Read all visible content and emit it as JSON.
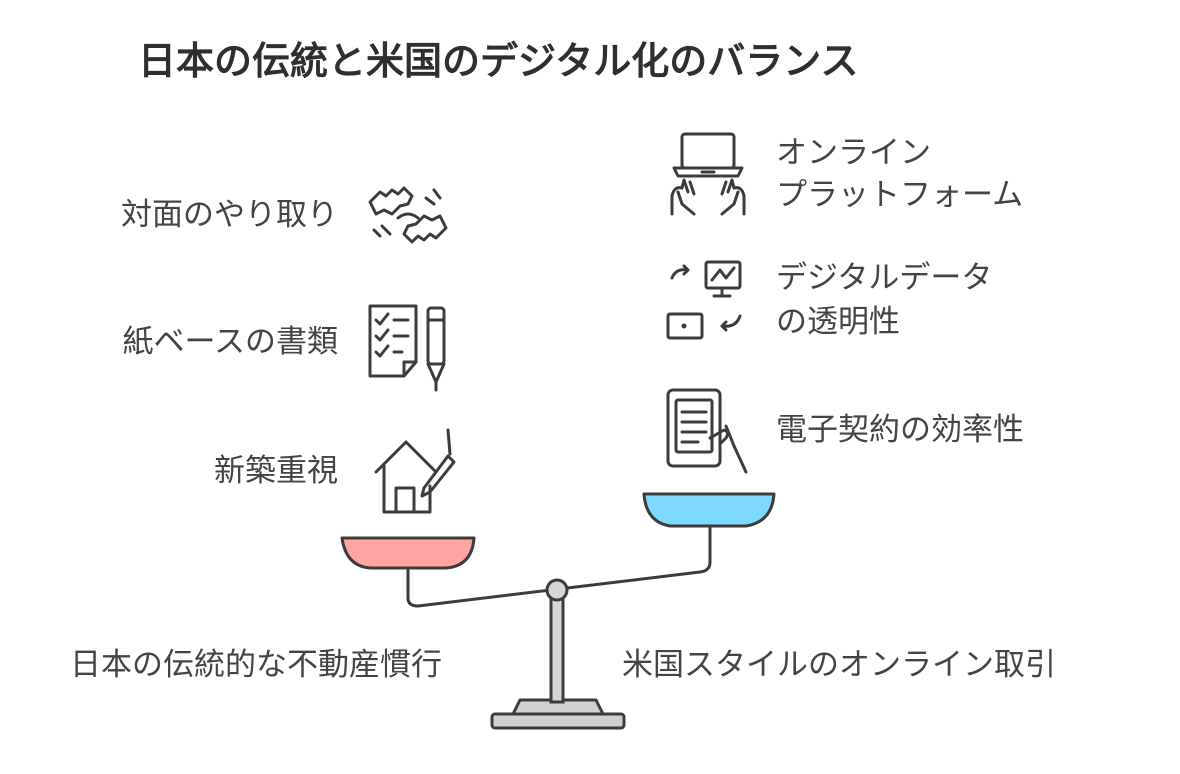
{
  "title": "日本の伝統と米国のデジタル化のバランス",
  "left_side": {
    "caption": "日本の伝統的な不動産慣行",
    "items": [
      {
        "label": "対面のやり取り",
        "icon": "handshake-icon"
      },
      {
        "label": "紙ベースの書類",
        "icon": "checklist-pen-icon"
      },
      {
        "label": "新築重視",
        "icon": "house-pen-icon"
      }
    ],
    "pan_color": "#FFA3A3"
  },
  "right_side": {
    "caption": "米国スタイルのオンライン取引",
    "items": [
      {
        "label_line1": "オンライン",
        "label_line2": "プラットフォーム",
        "icon": "laptop-hands-icon"
      },
      {
        "label_line1": "デジタルデータ",
        "label_line2": "の透明性",
        "icon": "data-monitor-icon"
      },
      {
        "label_line1": "電子契約の効率性",
        "label_line2": "",
        "icon": "tablet-hand-icon"
      }
    ],
    "pan_color": "#7FD8FF"
  }
}
